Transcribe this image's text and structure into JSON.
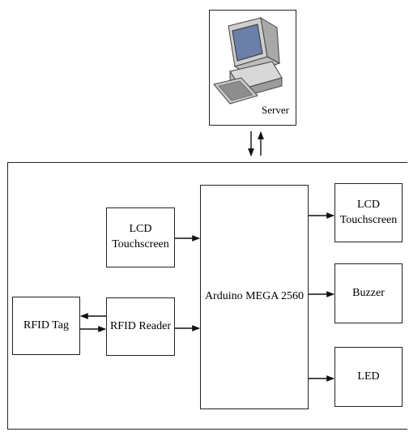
{
  "server": {
    "label": "Server"
  },
  "blocks": {
    "lcd_input": "LCD\nTouchscreen",
    "rfid_tag": "RFID Tag",
    "rfid_reader": "RFID Reader",
    "arduino": "Arduino MEGA 2560",
    "lcd_output": "LCD\nTouchscreen",
    "buzzer": "Buzzer",
    "led": "LED"
  }
}
